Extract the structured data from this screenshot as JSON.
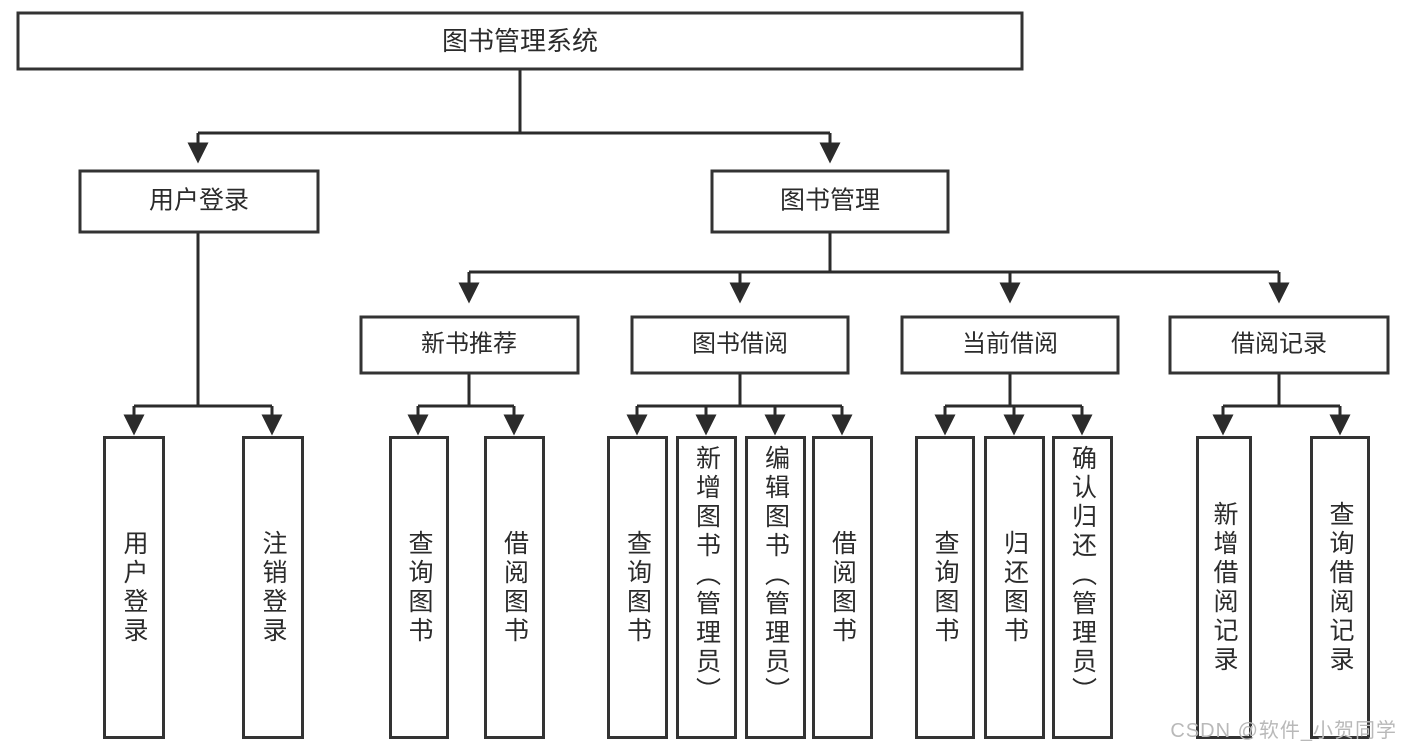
{
  "diagram": {
    "type": "tree",
    "title_node": {
      "label": "图书管理系统"
    },
    "level2": [
      {
        "label": "用户登录"
      },
      {
        "label": "图书管理"
      }
    ],
    "level3": [
      {
        "label": "新书推荐"
      },
      {
        "label": "图书借阅"
      },
      {
        "label": "当前借阅"
      },
      {
        "label": "借阅记录"
      }
    ],
    "leaves": {
      "user_login": [
        {
          "label": "用户登录"
        },
        {
          "label": "注销登录"
        }
      ],
      "new_book_recommend": [
        {
          "label": "查询图书"
        },
        {
          "label": "借阅图书"
        }
      ],
      "book_borrow": [
        {
          "label": "查询图书"
        },
        {
          "label": "新增图书（管理员）"
        },
        {
          "label": "编辑图书（管理员）"
        },
        {
          "label": "借阅图书"
        }
      ],
      "current_borrow": [
        {
          "label": "查询图书"
        },
        {
          "label": "归还图书"
        },
        {
          "label": "确认归还（管理员）"
        }
      ],
      "borrow_record": [
        {
          "label": "新增借阅记录"
        },
        {
          "label": "查询借阅记录"
        }
      ]
    }
  },
  "watermark": {
    "text": "CSDN @软件_小贺同学"
  },
  "colors": {
    "box_border": "#333333",
    "box_fill": "#ffffff",
    "text": "#2b2b2b",
    "connector": "#2b2b2b",
    "watermark": "#b9b9b9"
  }
}
